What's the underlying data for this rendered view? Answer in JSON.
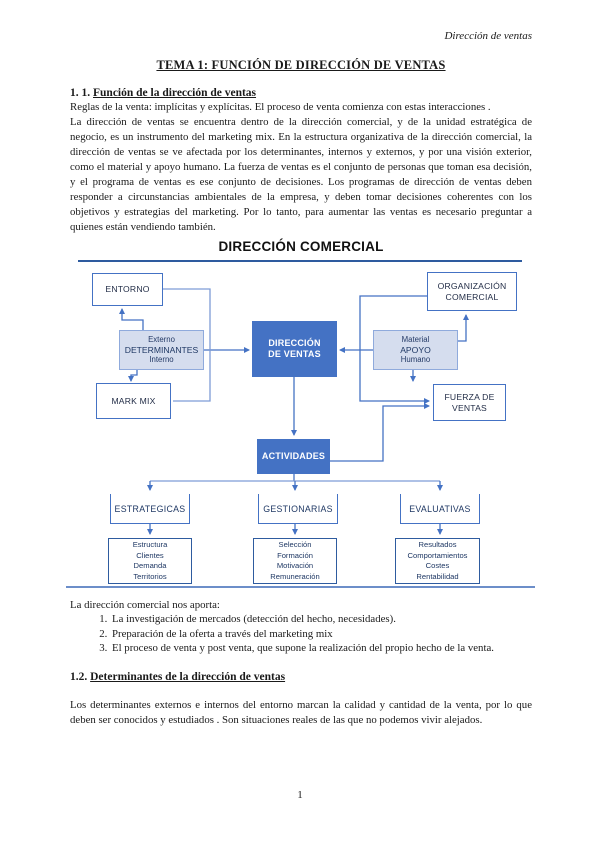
{
  "header": {
    "running_title": "Dirección de ventas",
    "page_number": "1"
  },
  "document": {
    "title": "TEMA 1: FUNCIÓN DE DIRECCIÓN DE VENTAS",
    "section_1": {
      "number": "1. 1.",
      "heading": "Función de la dirección de ventas",
      "intro_line": "Reglas de la venta: implícitas y explícitas. El proceso de venta comienza con estas interacciones .",
      "body": "La dirección de ventas se encuentra dentro de la dirección comercial, y de la unidad estratégica de negocio, es un instrumento del marketing mix. En la estructura organizativa de la dirección comercial, la dirección de ventas se ve afectada por los determinantes, internos y externos, y por una visión exterior, como el material y apoyo humano. La fuerza de ventas es el conjunto de personas que toman esa decisión, y el programa de ventas es ese conjunto de decisiones. Los programas de dirección de ventas deben responder a circunstancias ambientales de la empresa, y deben tomar decisiones coherentes con los objetivos y estrategias del marketing. Por lo tanto, para aumentar las ventas es necesario preguntar a quienes están vendiendo también."
    },
    "aporta": {
      "intro": "La dirección comercial nos aporta:",
      "items": [
        "La investigación de mercados (detección del hecho, necesidades).",
        "Preparación de la oferta a través del marketing mix",
        "El proceso de venta y post venta, que supone la realización del propio hecho de la venta."
      ]
    },
    "section_2": {
      "number": "1.2.",
      "heading": "Determinantes de la dirección de ventas",
      "body": "Los determinantes externos e internos del entorno marcan la calidad y cantidad de la venta, por lo que deben ser conocidos y estudiados . Son situaciones reales de las que no podemos vivir alejados."
    }
  },
  "diagram": {
    "title": "DIRECCIÓN COMERCIAL",
    "boxes": {
      "entorno": "ENTORNO",
      "organizacion_comercial": "ORGANIZACIÓN COMERCIAL",
      "determinantes_top": "Externo",
      "determinantes": "DETERMINANTES",
      "determinantes_bottom": "Interno",
      "direccion_de_ventas": "DIRECCIÓN DE VENTAS",
      "apoyo_top": "Material",
      "apoyo": "APOYO",
      "apoyo_bottom": "Humano",
      "mark_mix": "MARK MIX",
      "fuerza_de_ventas": "FUERZA DE VENTAS",
      "actividades": "ACTIVIDADES",
      "estrategicas": "ESTRATEGICAS",
      "gestionarias": "GESTIONARIAS",
      "evaluativas": "EVALUATIVAS"
    },
    "lists": {
      "estrategicas": [
        "Estructura",
        "Clientes",
        "Demanda",
        "Territorios"
      ],
      "gestionarias": [
        "Selección",
        "Formación",
        "Motivación",
        "Remuneración"
      ],
      "evaluativas": [
        "Resultados",
        "Comportamientos",
        "Costes",
        "Rentabilidad"
      ]
    },
    "colors": {
      "primary_blue": "#4472C4",
      "light_box_fill": "#D5DDEE",
      "light_box_border": "#8FAADC",
      "rule_blue": "#2E5B9F",
      "text_navy": "#1F3864"
    }
  }
}
